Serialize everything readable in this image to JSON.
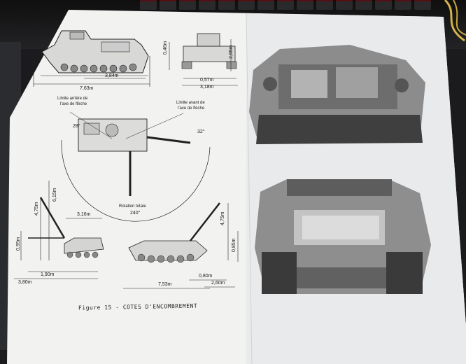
{
  "labels": {
    "len_384": "3,84m",
    "len_763": "7,63m",
    "h_046": "0,46m",
    "h_265": "2,65m",
    "w_057": "0,57m",
    "w_318": "3,18m",
    "rear_limit_1": "Limite arrière de",
    "rear_limit_2": "l'axe de flèche",
    "front_limit_1": "Limite avant de",
    "front_limit_2": "l'axe de flèche",
    "angle_28": "28°",
    "angle_32": "32°",
    "rotation": "Rotation totale",
    "angle_240": "240°",
    "h_615": "6,15m",
    "h_475a": "4,75m",
    "h_475b": "4,75m",
    "d_316": "3,16m",
    "h_095": "0,95m",
    "h_085": "0,85m",
    "d_190": "1,90m",
    "d_380": "3,80m",
    "d_080": "0,80m",
    "d_260": "2,60m",
    "d_753": "7,53m"
  },
  "caption": "Figure 15 - COTES D'ENCOMBREMENT"
}
